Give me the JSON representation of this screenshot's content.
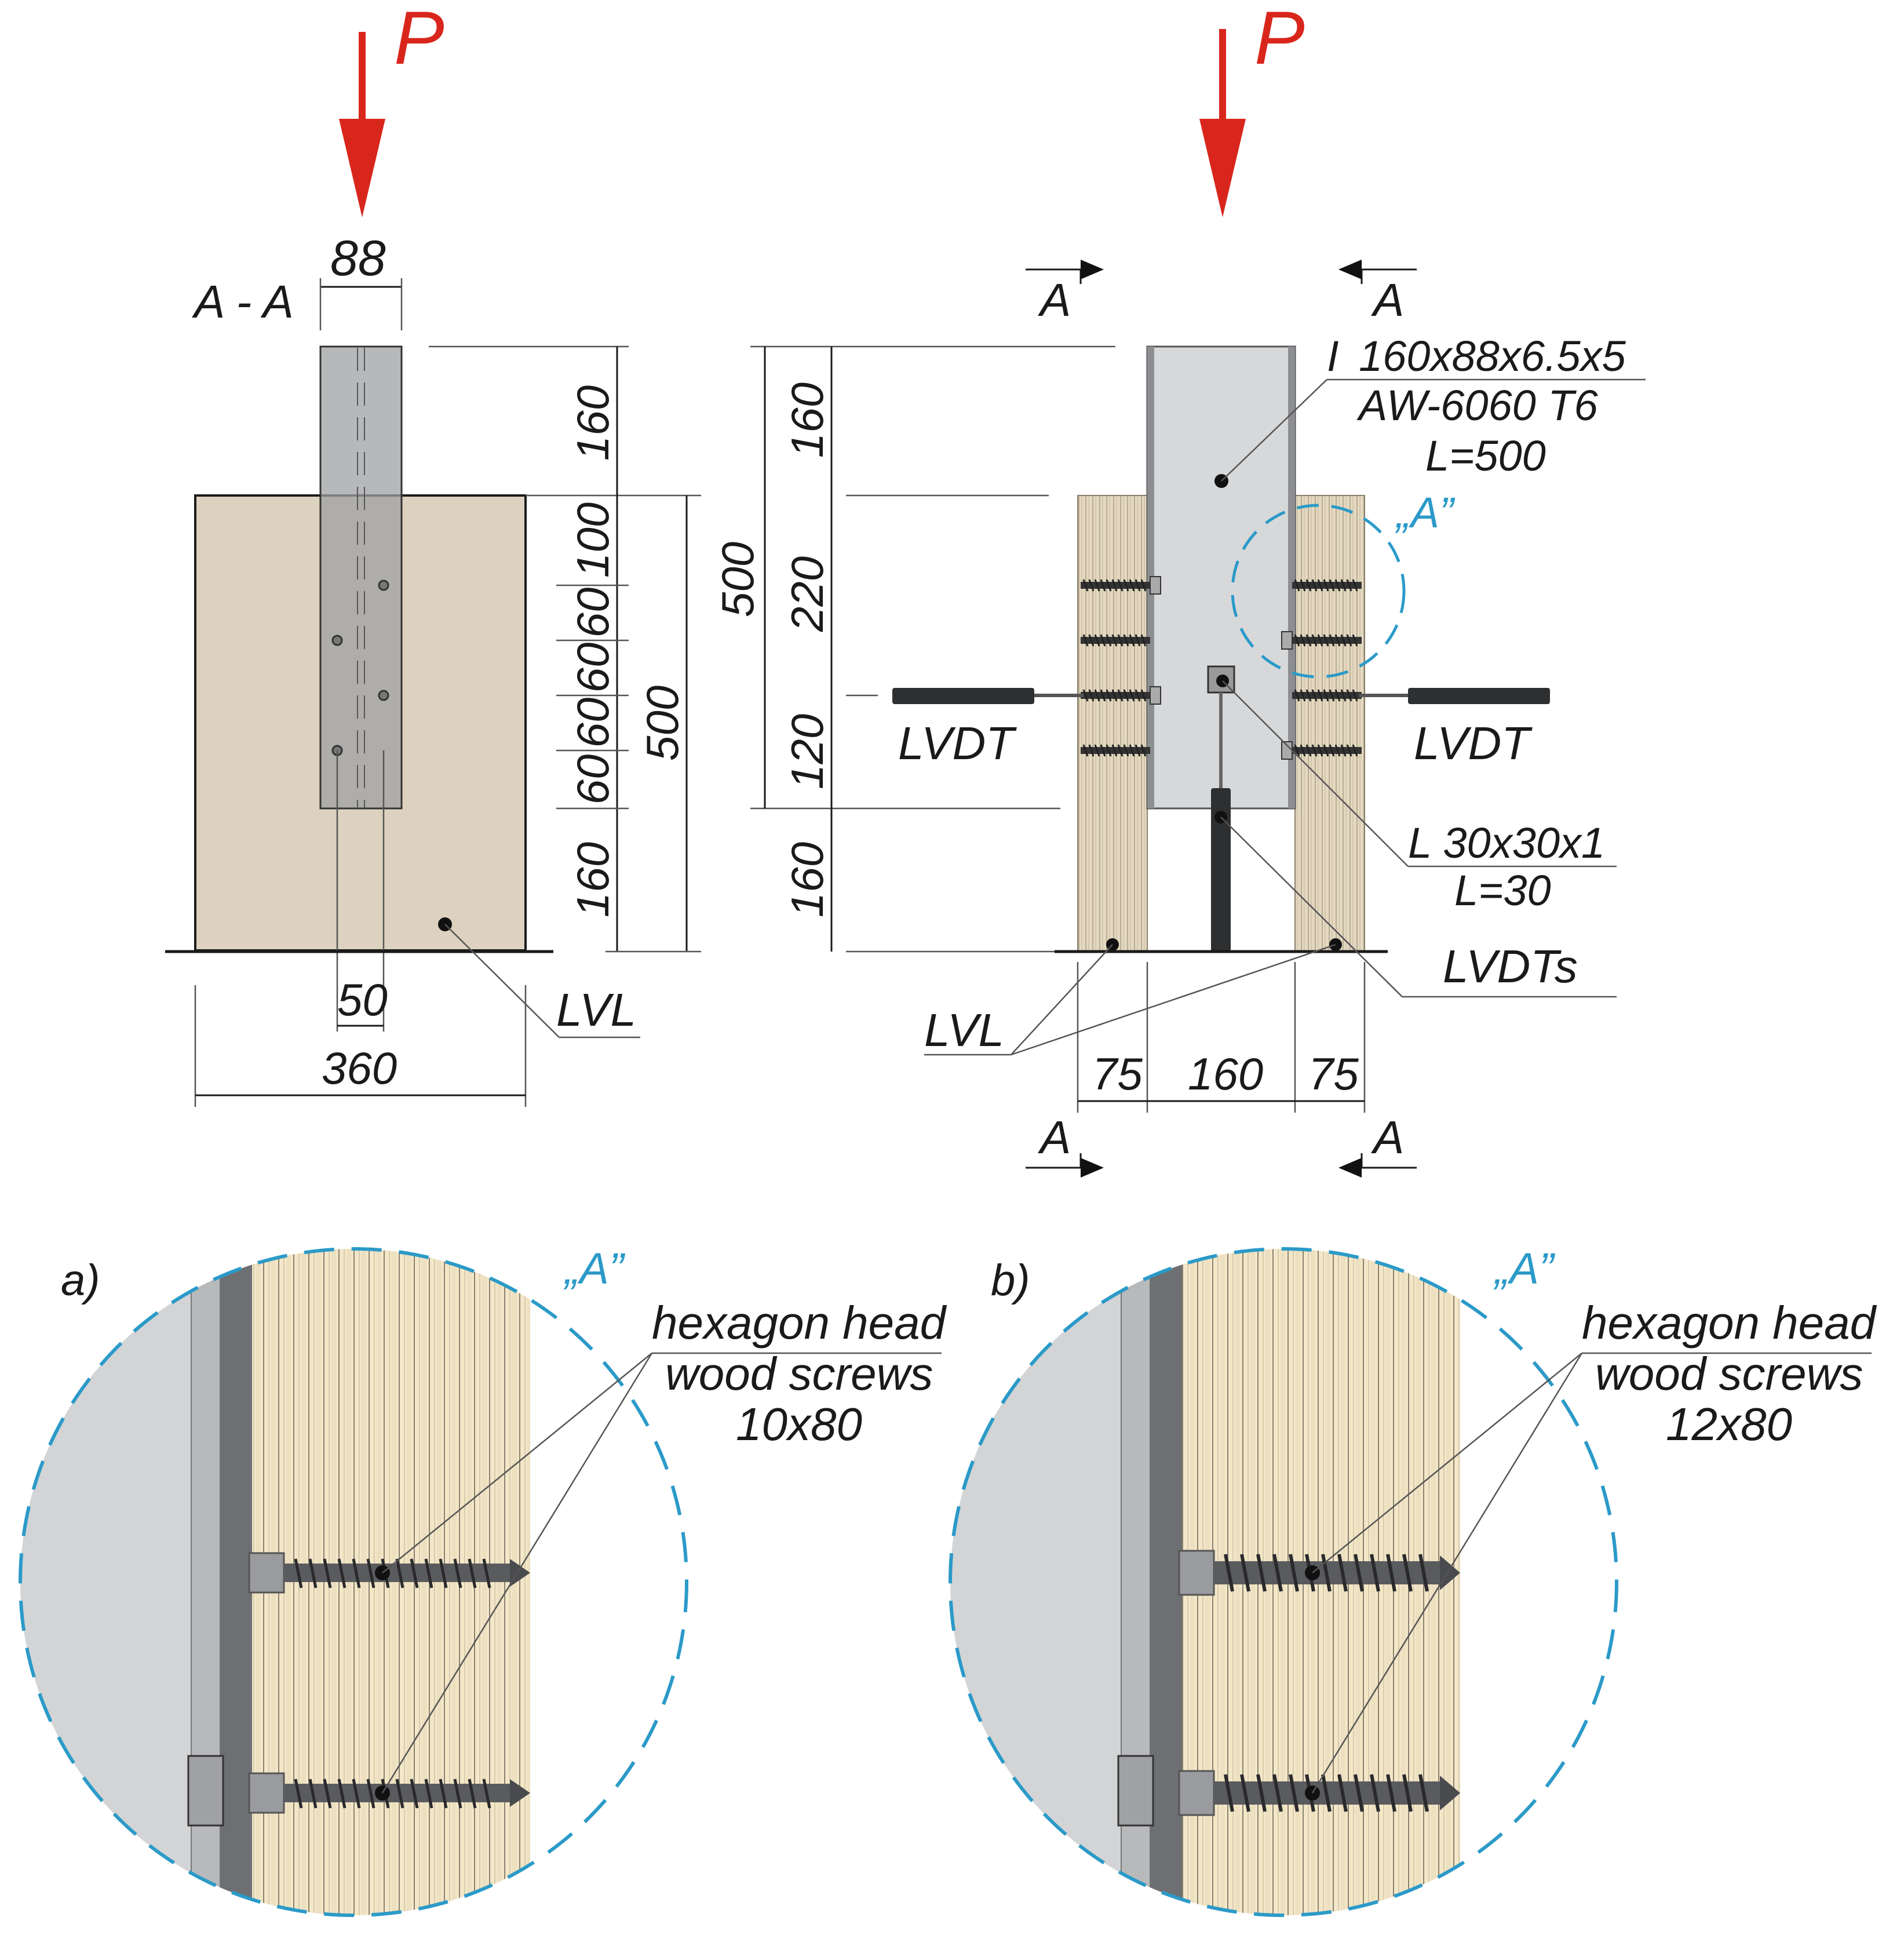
{
  "load_label": "P",
  "section_label": "A - A",
  "section_marks": [
    "A",
    "A",
    "A",
    "A"
  ],
  "detail_label": "„A”",
  "left_view": {
    "dim_top_width": "88",
    "dims_right": [
      "160",
      "100",
      "60",
      "60",
      "60",
      "60",
      "160"
    ],
    "dim_total": "500",
    "dim_screw_spacing": "50",
    "dim_width": "360",
    "material": "LVL"
  },
  "right_view": {
    "dims_left": [
      "160",
      "220",
      "120",
      "160"
    ],
    "dim_total": "500",
    "profile_lines": [
      "160x88x6.5x5",
      "AW-6060 T6",
      "L=500"
    ],
    "profile_symbol": "I",
    "angle_lines": [
      "L 30x30x1",
      "L=30"
    ],
    "lvdt_left": "LVDT",
    "lvdt_right": "LVDT",
    "lvdts": "LVDTs",
    "material": "LVL",
    "dims_bottom": [
      "75",
      "160",
      "75"
    ]
  },
  "details": [
    {
      "tag": "a)",
      "lines": [
        "hexagon head",
        "wood screws",
        "10x80"
      ]
    },
    {
      "tag": "b)",
      "lines": [
        "hexagon head",
        "wood screws",
        "12x80"
      ]
    }
  ],
  "colors": {
    "load_arrow": "#d9261c",
    "detail_circle": "#2b9ac8",
    "lvl": "#ddd2bf",
    "aluminium": "#d7d8da",
    "wood_detail": "#f2e6c6"
  }
}
